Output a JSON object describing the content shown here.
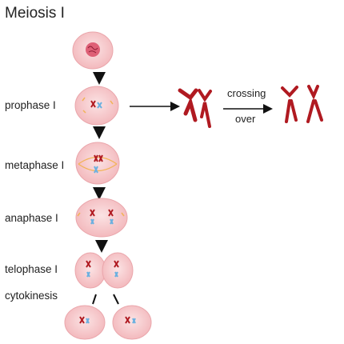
{
  "title": "Meiosis I",
  "stages": [
    {
      "label": "prophase I"
    },
    {
      "label": "metaphase I"
    },
    {
      "label": "anaphase I"
    },
    {
      "label": "telophase I"
    },
    {
      "label": "cytokinesis"
    }
  ],
  "crossing": {
    "line1": "crossing",
    "line2": "over"
  },
  "colors": {
    "cell_fill": "#f6c9cc",
    "cell_edge": "#eaa6ab",
    "maternal": "#b01a21",
    "paternal_blue": "#6ab0e0",
    "spindle": "#f2b356"
  }
}
